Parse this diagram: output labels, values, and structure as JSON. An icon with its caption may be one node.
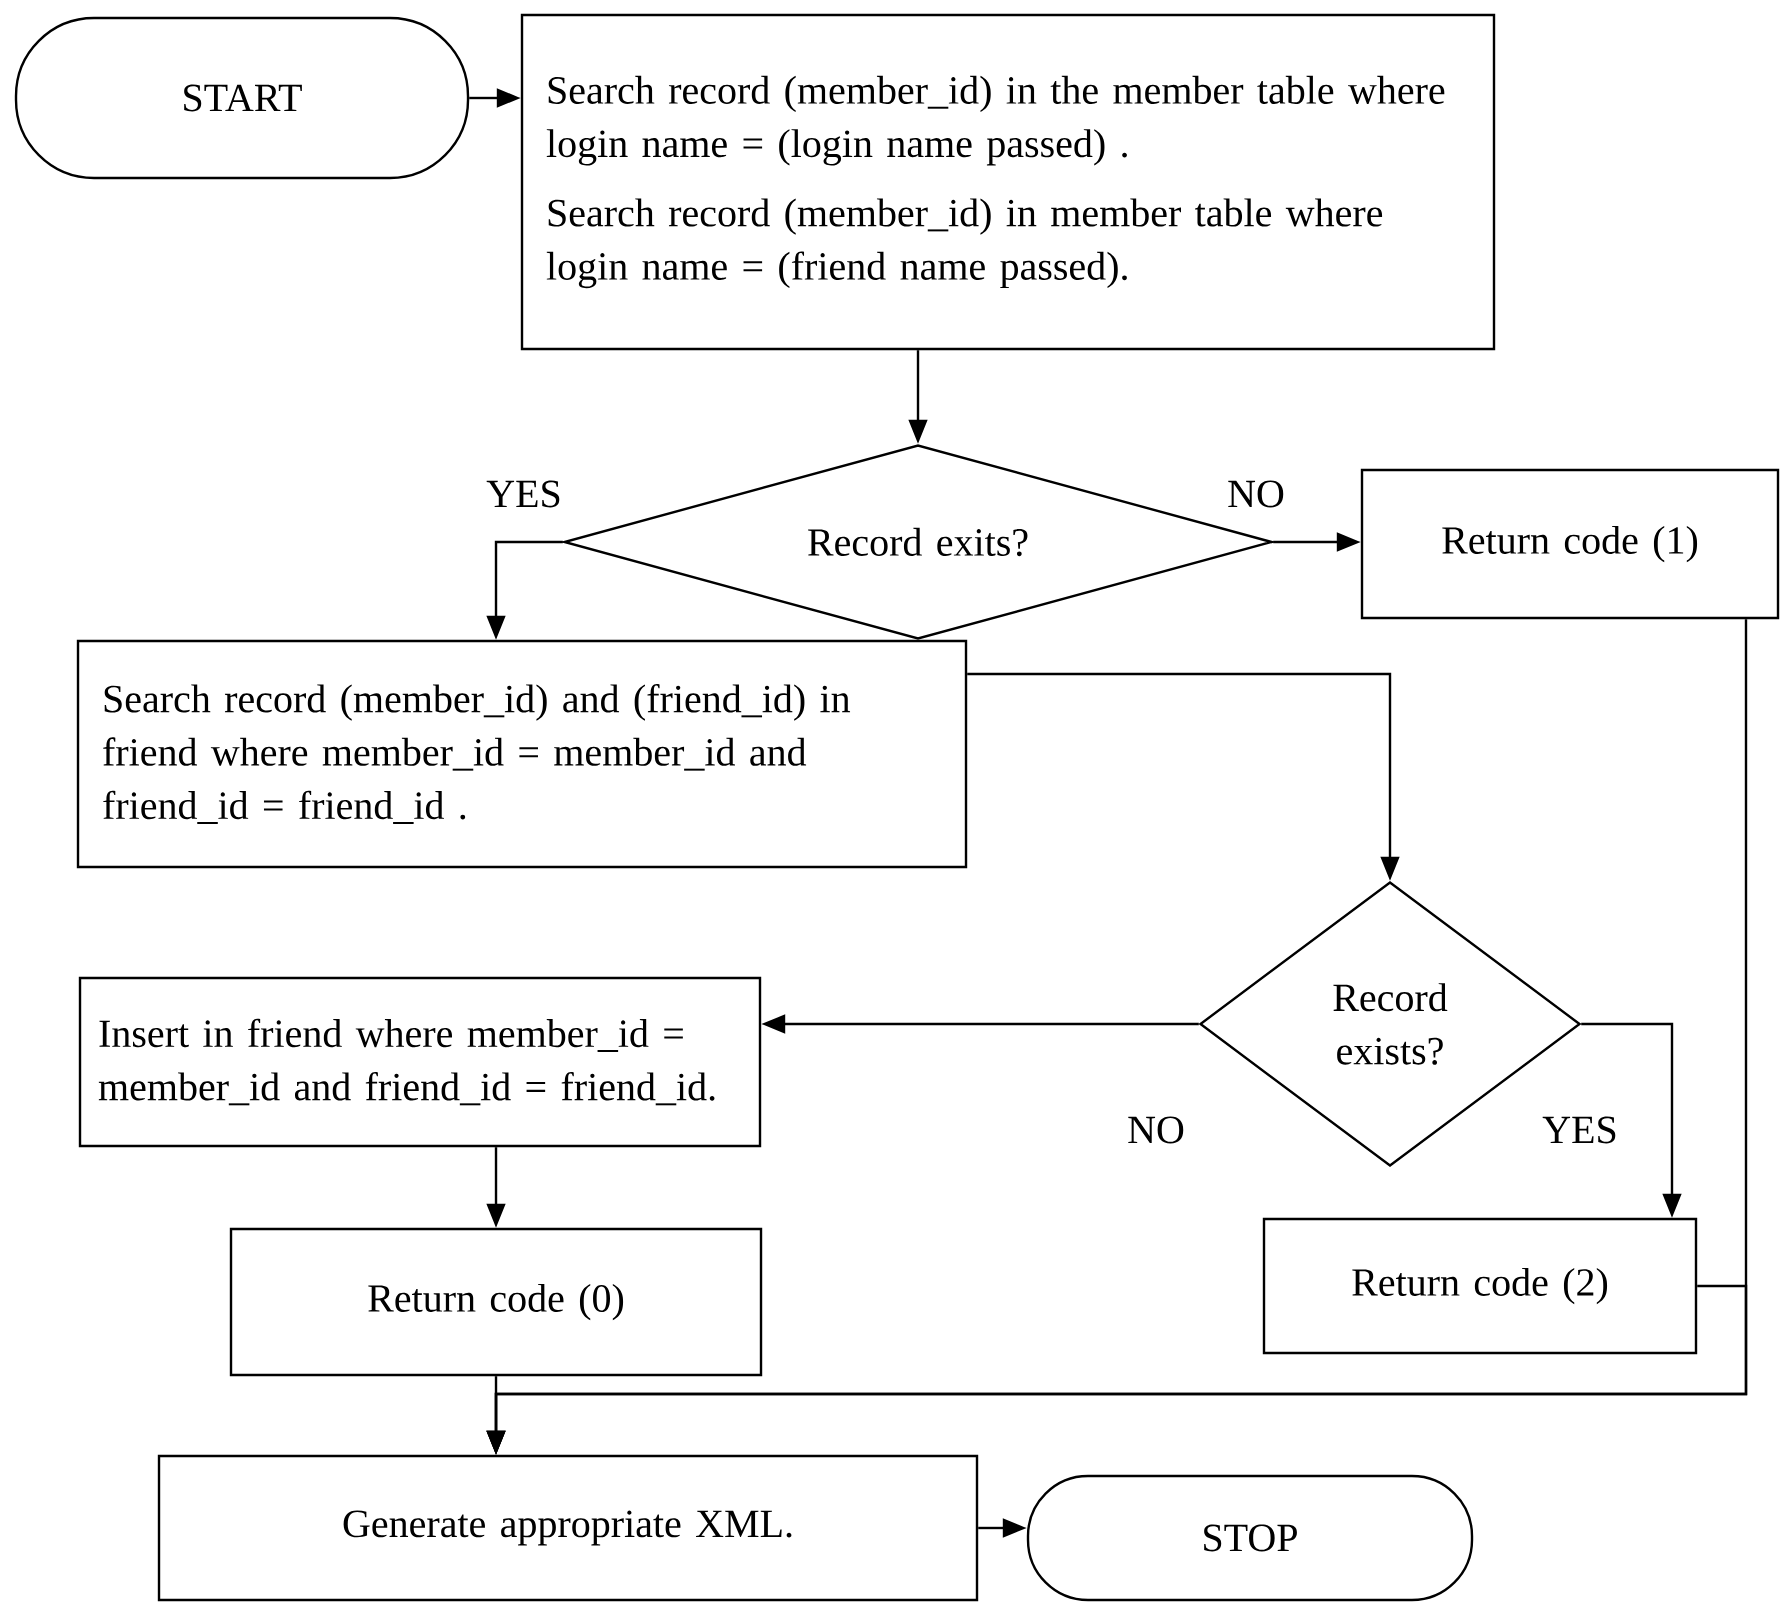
{
  "diagram": {
    "nodes": [
      {
        "text": [
          "START"
        ]
      },
      {
        "text": [
          "Search record (member_id) in the member table where login name = (login name passed) .",
          "Search record (member_id) in member table where login name = (friend name passed)."
        ]
      },
      {
        "text": [
          "Record exits?"
        ]
      },
      {
        "text": [
          "Return code (1)"
        ]
      },
      {
        "text": [
          "Search record (member_id) and (friend_id) in friend where member_id = member_id and friend_id = friend_id ."
        ]
      },
      {
        "text": [
          "Record exists?"
        ]
      },
      {
        "text": [
          "Insert in friend where member_id = member_id and friend_id = friend_id."
        ]
      },
      {
        "text": [
          "Return code (0)"
        ]
      },
      {
        "text": [
          "Return code (2)"
        ]
      },
      {
        "text": [
          "Generate appropriate XML."
        ]
      },
      {
        "text": [
          "STOP"
        ]
      }
    ],
    "edges": [
      {
        "from": 0,
        "to": 1,
        "arrow": "to"
      },
      {
        "from": 1,
        "to": 2,
        "arrow": "to"
      },
      {
        "from": 2,
        "to": 4,
        "arrow": "to",
        "label": "YES"
      },
      {
        "from": 2,
        "to": 3,
        "arrow": "to",
        "label": "NO"
      },
      {
        "from": 4,
        "to": 5,
        "arrow": "to"
      },
      {
        "from": 5,
        "to": 6,
        "arrow": "to",
        "label": "NO"
      },
      {
        "from": 5,
        "to": 8,
        "arrow": "to",
        "label": "YES"
      },
      {
        "from": 6,
        "to": 7,
        "arrow": "to"
      },
      {
        "from": 7,
        "to": 9,
        "arrow": "to"
      },
      {
        "from": 3,
        "to": 9,
        "arrow": "to"
      },
      {
        "from": 8,
        "to": 9,
        "arrow": "to"
      },
      {
        "from": 9,
        "to": 10,
        "arrow": "to"
      }
    ]
  }
}
